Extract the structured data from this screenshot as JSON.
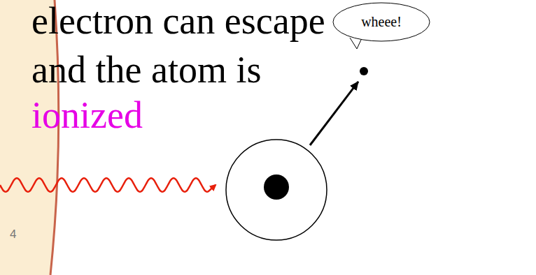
{
  "diagram": {
    "nodes": [
      {
        "text": [
          "wheee!"
        ]
      }
    ],
    "labels": [
      "electron can escape",
      "and the atom is",
      "ionized",
      "4"
    ]
  }
}
